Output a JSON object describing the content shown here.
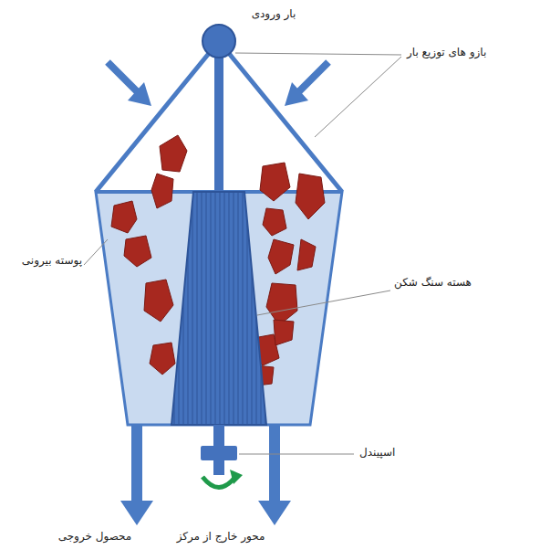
{
  "diagram": {
    "labels": [
      "بار ورودی",
      "بازو های توزیع بار",
      "پوسته بیرونی",
      "هسته سنگ شکن",
      "اسپیندل",
      "محصول خروجی",
      "محور خارج از مرکز"
    ]
  }
}
